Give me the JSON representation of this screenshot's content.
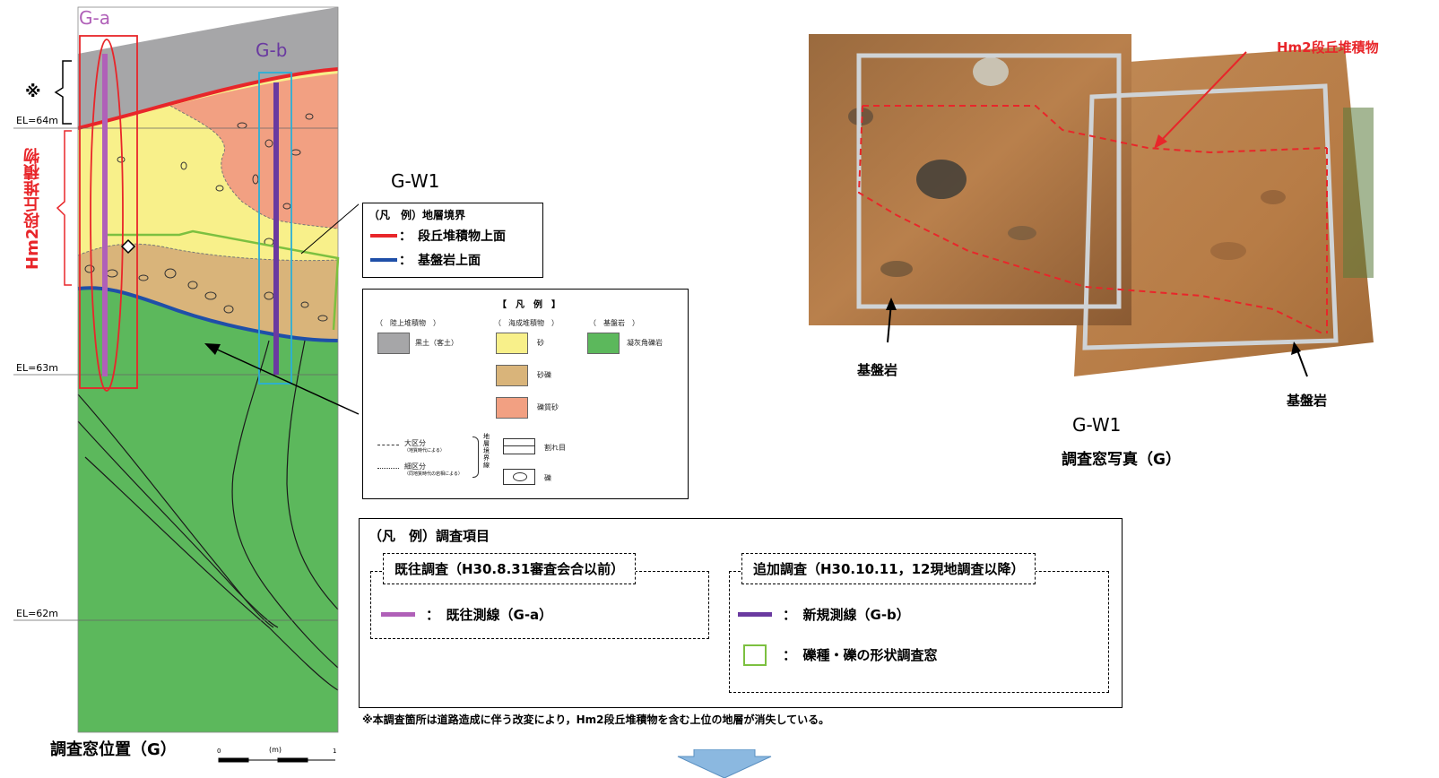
{
  "section": {
    "label_ga": "G-a",
    "label_gb": "G-b",
    "note_mark": "※",
    "el_64": "EL=64m",
    "el_63": "EL=63m",
    "el_62": "EL=62m",
    "vertical_label": "Hm2段丘堆積物",
    "caption": "調査窓位置（G）",
    "scale_unit": "(m)",
    "scale_0": "0",
    "scale_1": "1",
    "gw1_label": "G-W1"
  },
  "boundary_legend": {
    "title": "（凡　例）地層境界",
    "red_label": "：　段丘堆積物上面",
    "blue_label": "：　基盤岩上面"
  },
  "geo_legend": {
    "title": "【　凡　例　】",
    "col1_head": "（　陸上堆積物　）",
    "col2_head": "（　海成堆積物　）",
    "col3_head": "（　基盤岩　）",
    "kuro": "黒土（客土）",
    "suna": "砂",
    "sareki": "砂礫",
    "rekishitsu": "礫質砂",
    "gyokai": "凝灰角礫岩",
    "daikubun": "大区分",
    "daikubun_sub": "（地質時代による）",
    "saikubun": "細区分",
    "saikubun_sub": "（同地質時代の岩相による）",
    "kyokai": "地層境界線",
    "wareme": "割れ目",
    "reki": "礫"
  },
  "survey_legend": {
    "title": "（凡　例）調査項目",
    "past_title": "既往調査（H30.8.31審査会合以前）",
    "past_item": "：　既往測線（G-a）",
    "add_title": "追加調査（H30.10.11，12現地調査以降）",
    "add_item1": "：　新規測線（G-b）",
    "add_item2": "：　礫種・礫の形状調査窓"
  },
  "footnote": "※本調査箇所は道路造成に伴う改変により，Hm2段丘堆積物を含む上位の地層が消失している。",
  "photo": {
    "hm2_label": "Hm2段丘堆積物",
    "bedrock_left": "基盤岩",
    "bedrock_right": "基盤岩",
    "gw1": "G-W1",
    "caption": "調査窓写真（G）"
  },
  "colors": {
    "black_soil": "#a6a6a8",
    "sand": "#f8f08a",
    "gravel_sand": "#d9b47a",
    "gravelly_sand": "#f2a082",
    "tuff_breccia": "#5cb85c",
    "terrace_top": "#e8262a",
    "bedrock_top": "#1f4fa8",
    "line_ga": "#b060b8",
    "line_gb": "#6a3aa0",
    "window": "#7cc040",
    "frame_ga": "#e8262a",
    "frame_gb": "#2ab0d8",
    "arrow_blue": "#8bb8e0"
  }
}
